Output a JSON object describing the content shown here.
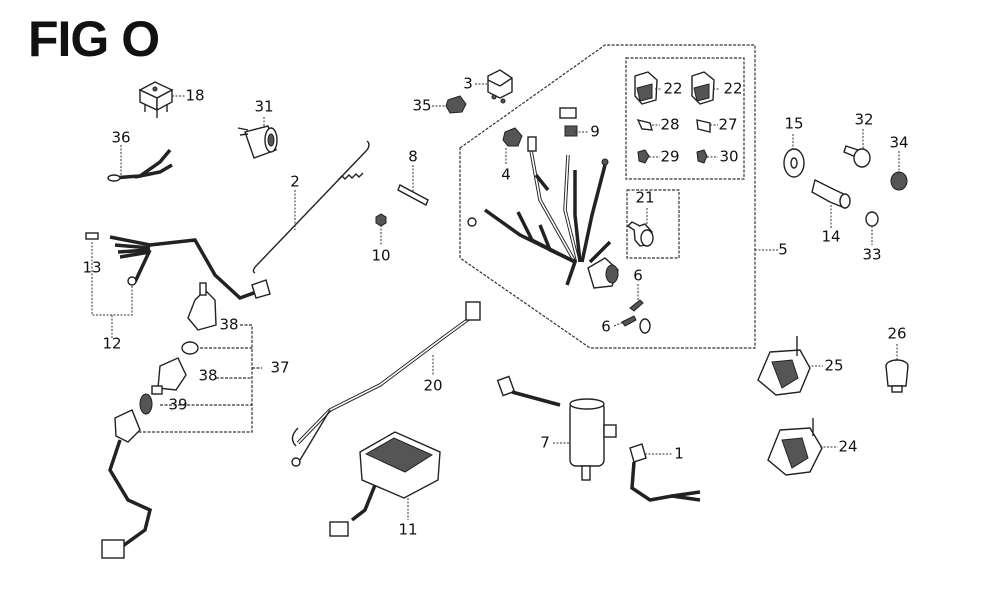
{
  "figure": {
    "title": "FIG O"
  },
  "callouts": {
    "c1": "1",
    "c2": "2",
    "c3": "3",
    "c4": "4",
    "c5": "5",
    "c6a": "6",
    "c6b": "6",
    "c7": "7",
    "c8": "8",
    "c9": "9",
    "c10": "10",
    "c11": "11",
    "c12": "12",
    "c13": "13",
    "c14": "14",
    "c15": "15",
    "c18": "18",
    "c20": "20",
    "c21": "21",
    "c22a": "22",
    "c22b": "22",
    "c24": "24",
    "c25": "25",
    "c26": "26",
    "c27": "27",
    "c28": "28",
    "c29": "29",
    "c30": "30",
    "c31": "31",
    "c32": "32",
    "c33": "33",
    "c34": "34",
    "c35": "35",
    "c36": "36",
    "c37": "37",
    "c38a": "38",
    "c38b": "38",
    "c39": "39"
  }
}
